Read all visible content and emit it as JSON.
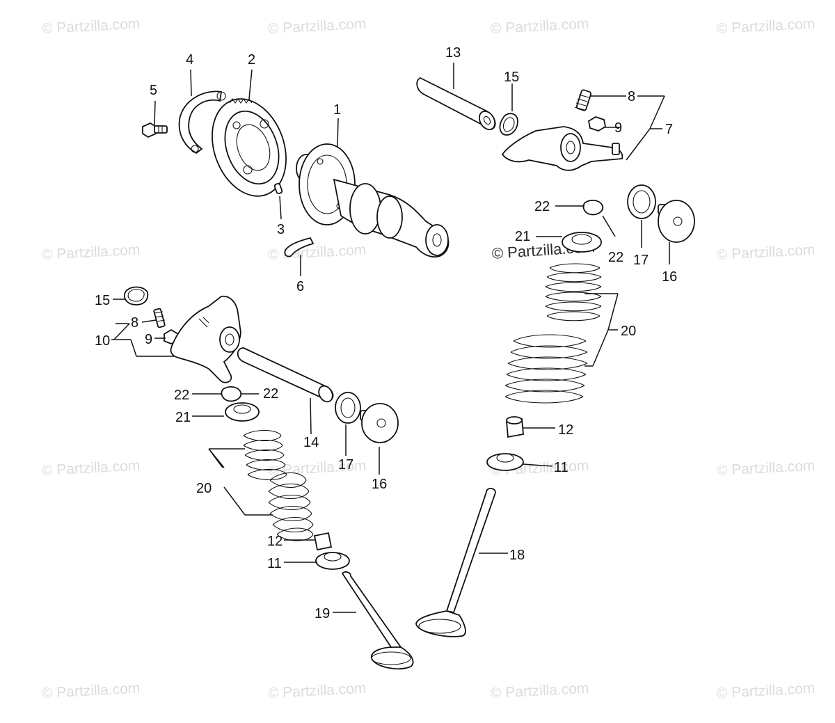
{
  "watermark": {
    "text": "© Partzilla.com"
  },
  "callouts": [
    {
      "id": "c1",
      "label": "1"
    },
    {
      "id": "c2",
      "label": "2"
    },
    {
      "id": "c3",
      "label": "3"
    },
    {
      "id": "c4",
      "label": "4"
    },
    {
      "id": "c5",
      "label": "5"
    },
    {
      "id": "c6",
      "label": "6"
    },
    {
      "id": "c7",
      "label": "7"
    },
    {
      "id": "c8a",
      "label": "8"
    },
    {
      "id": "c8b",
      "label": "8"
    },
    {
      "id": "c9a",
      "label": "9"
    },
    {
      "id": "c9b",
      "label": "9"
    },
    {
      "id": "c10",
      "label": "10"
    },
    {
      "id": "c11a",
      "label": "11"
    },
    {
      "id": "c11b",
      "label": "11"
    },
    {
      "id": "c12a",
      "label": "12"
    },
    {
      "id": "c12b",
      "label": "12"
    },
    {
      "id": "c13",
      "label": "13"
    },
    {
      "id": "c14",
      "label": "14"
    },
    {
      "id": "c15a",
      "label": "15"
    },
    {
      "id": "c15b",
      "label": "15"
    },
    {
      "id": "c16a",
      "label": "16"
    },
    {
      "id": "c16b",
      "label": "16"
    },
    {
      "id": "c17a",
      "label": "17"
    },
    {
      "id": "c17b",
      "label": "17"
    },
    {
      "id": "c18",
      "label": "18"
    },
    {
      "id": "c19",
      "label": "19"
    },
    {
      "id": "c20a",
      "label": "20"
    },
    {
      "id": "c20b",
      "label": "20"
    },
    {
      "id": "c21a",
      "label": "21"
    },
    {
      "id": "c21b",
      "label": "21"
    },
    {
      "id": "c22a",
      "label": "22"
    },
    {
      "id": "c22b",
      "label": "22"
    },
    {
      "id": "c22c",
      "label": "22"
    },
    {
      "id": "c22d",
      "label": "22"
    }
  ]
}
